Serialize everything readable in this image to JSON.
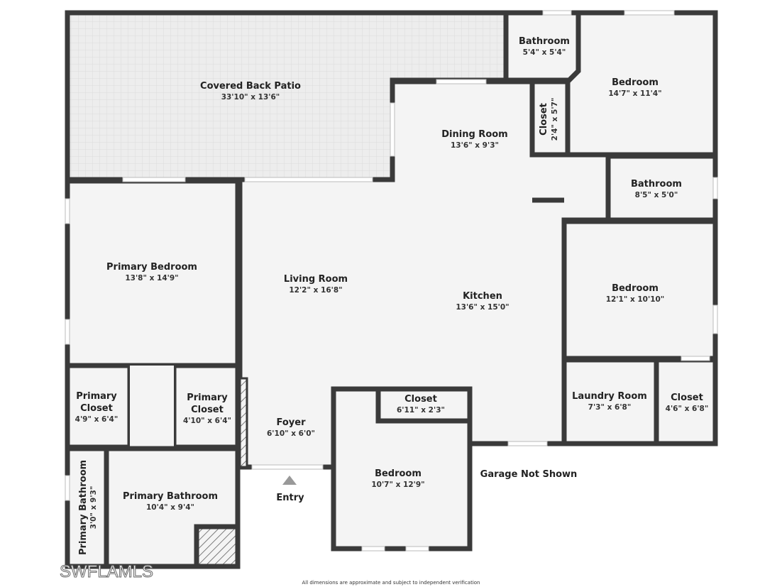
{
  "colors": {
    "wall": "#3a3a3a",
    "floor": "#f4f4f4",
    "patio": "#ececec"
  },
  "rooms": [
    {
      "name": "Covered Back Patio",
      "dims": "33'10\" x 13'6\""
    },
    {
      "name": "Bathroom",
      "dims": "5'4\" x 5'4\""
    },
    {
      "name": "Bedroom",
      "dims": "14'7\" x 11'4\""
    },
    {
      "name": "Closet",
      "dims": "2'4\" x 5'7\""
    },
    {
      "name": "Dining Room",
      "dims": "13'6\" x 9'3\""
    },
    {
      "name": "Bathroom",
      "dims": "8'5\" x 5'0\""
    },
    {
      "name": "Primary Bedroom",
      "dims": "13'8\" x 14'9\""
    },
    {
      "name": "Living Room",
      "dims": "12'2\" x 16'8\""
    },
    {
      "name": "Kitchen",
      "dims": "13'6\" x 15'0\""
    },
    {
      "name": "Bedroom",
      "dims": "12'1\" x 10'10\""
    },
    {
      "name": "Primary",
      "name2": "Closet",
      "dims": "4'9\" x 6'4\""
    },
    {
      "name": "Primary",
      "name2": "Closet",
      "dims": "4'10\" x 6'4\""
    },
    {
      "name": "Closet",
      "dims": "6'11\" x 2'3\""
    },
    {
      "name": "Foyer",
      "dims": "6'10\" x 6'0\""
    },
    {
      "name": "Laundry Room",
      "dims": "7'3\" x 6'8\""
    },
    {
      "name": "Closet",
      "dims": "4'6\" x 6'8\""
    },
    {
      "name": "Bedroom",
      "dims": "10'7\" x 12'9\""
    },
    {
      "name": "Primary Bathroom",
      "dims": "10'4\" x 9'4\""
    },
    {
      "name": "Primary Bathroom",
      "dims": "3'0\" x 9'3\""
    }
  ],
  "labels": {
    "entry": "Entry",
    "garage": "Garage Not Shown",
    "disclaimer": "All dimensions are approximate and subject to independent verification"
  },
  "watermark": "SWFLAMLS"
}
